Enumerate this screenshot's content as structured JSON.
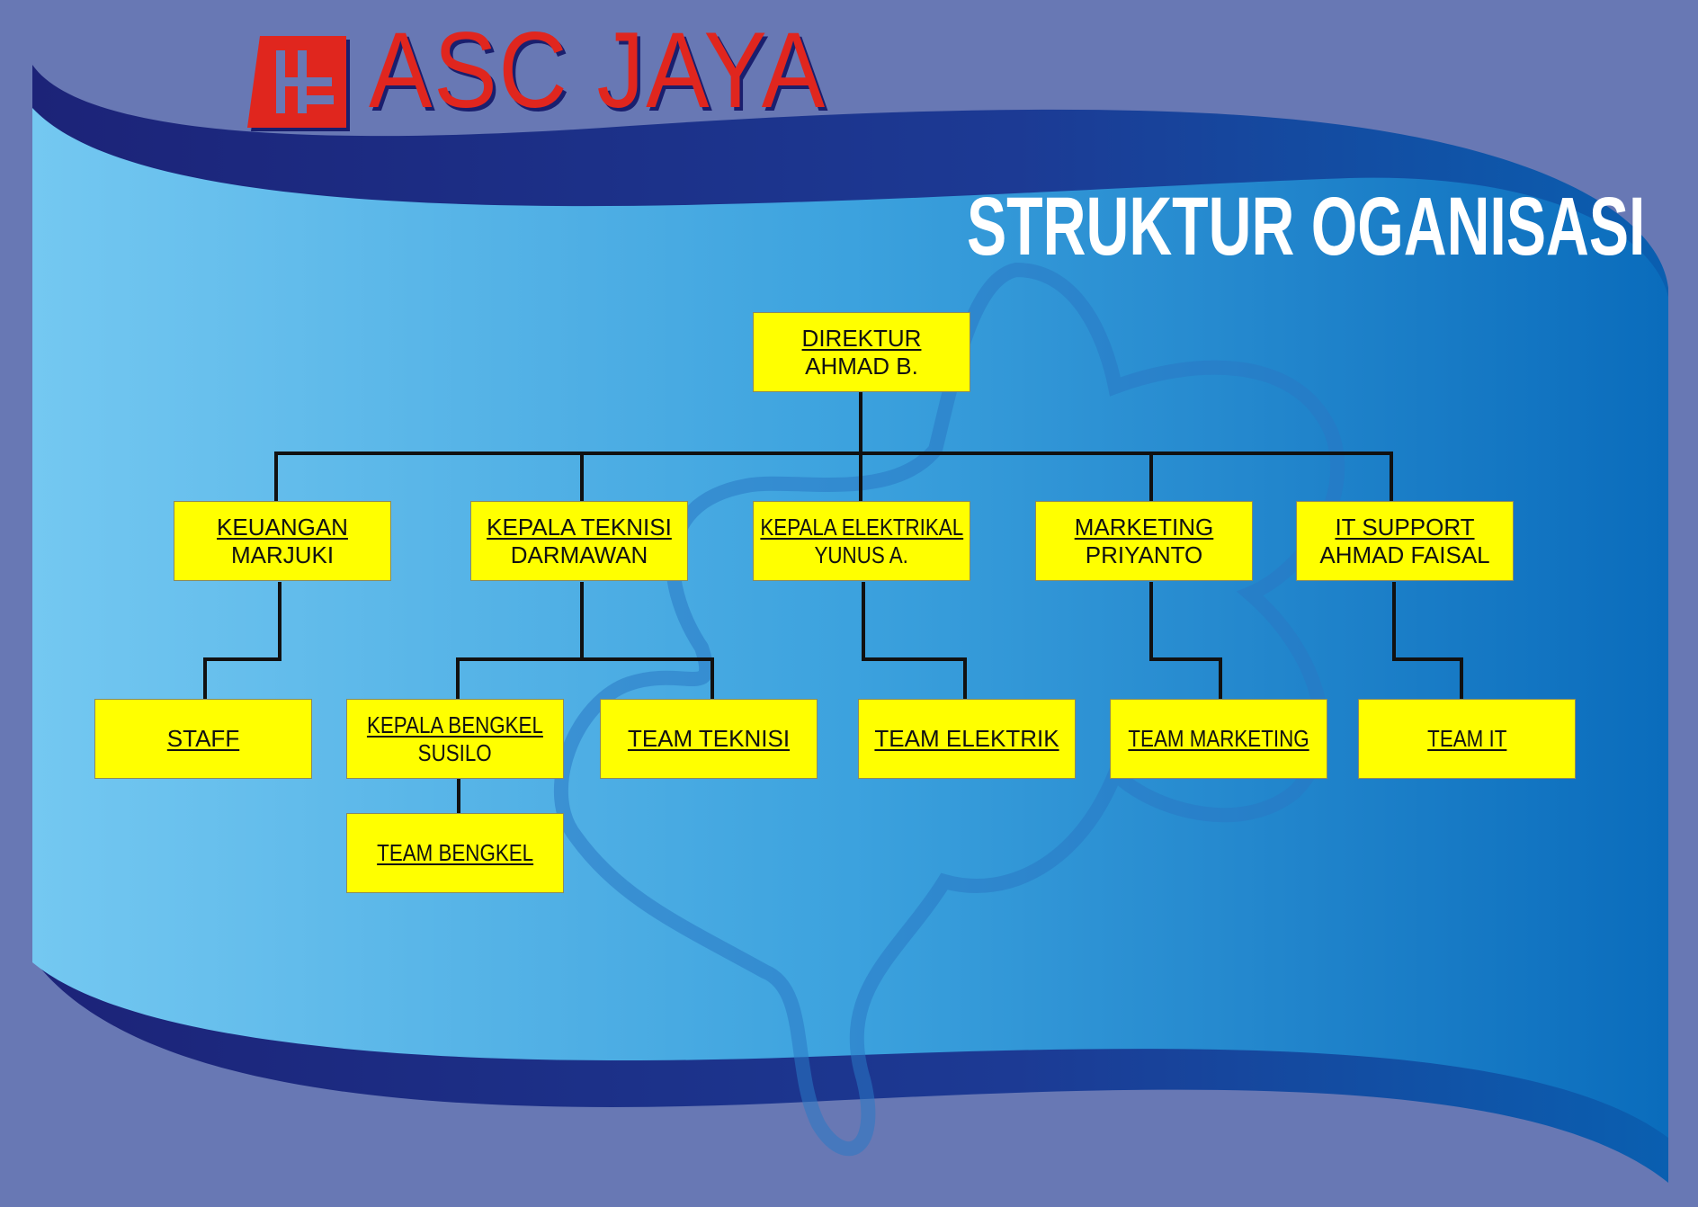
{
  "brand": {
    "logo_text": "ASC JAYA",
    "name": "ASC JAYA"
  },
  "title": "STRUKTUR OGANISASI",
  "colors": {
    "background": "#6878b4",
    "box": "#ffff00",
    "brand_red": "#e0261e",
    "banner_light": "#72c6f0",
    "banner_dark": "#0a68b8",
    "band": "#1c2a86"
  },
  "org": {
    "direktur": {
      "role": "DIREKTUR",
      "name": "AHMAD B."
    },
    "keuangan": {
      "role": "KEUANGAN",
      "name": "MARJUKI"
    },
    "kepala_teknisi": {
      "role": "KEPALA TEKNISI",
      "name": "DARMAWAN"
    },
    "kepala_elektrikal": {
      "role": "KEPALA ELEKTRIKAL",
      "name": "YUNUS A."
    },
    "marketing": {
      "role": "MARKETING",
      "name": "PRIYANTO"
    },
    "it_support": {
      "role": "IT SUPPORT",
      "name": "AHMAD FAISAL"
    },
    "staff": {
      "role": "STAFF"
    },
    "kepala_bengkel": {
      "role": "KEPALA BENGKEL",
      "name": "SUSILO"
    },
    "team_teknisi": {
      "role": "TEAM TEKNISI"
    },
    "team_elektrik": {
      "role": "TEAM ELEKTRIK"
    },
    "team_marketing": {
      "role": "TEAM MARKETING"
    },
    "team_it": {
      "role": "TEAM IT"
    },
    "team_bengkel": {
      "role": "TEAM BENGKEL"
    }
  }
}
